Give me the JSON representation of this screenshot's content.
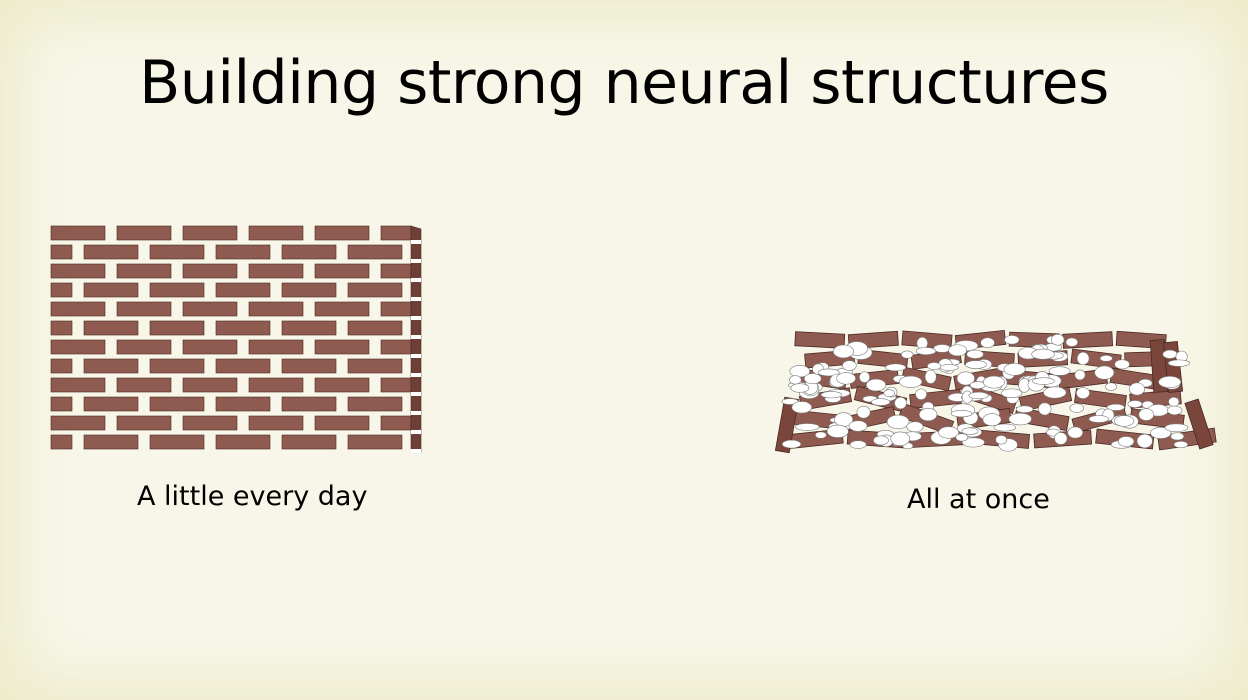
{
  "slide": {
    "title": "Building strong neural structures",
    "left_panel": {
      "caption": "A little every day"
    },
    "right_panel": {
      "caption": "All at once"
    }
  },
  "colors": {
    "background": "#f8f6e8",
    "brick": "#8f5b50",
    "brick_edge": "#4a2a24",
    "mortar": "#ffffff"
  },
  "icons": [
    "neat-brick-wall",
    "collapsed-brick-wall"
  ]
}
